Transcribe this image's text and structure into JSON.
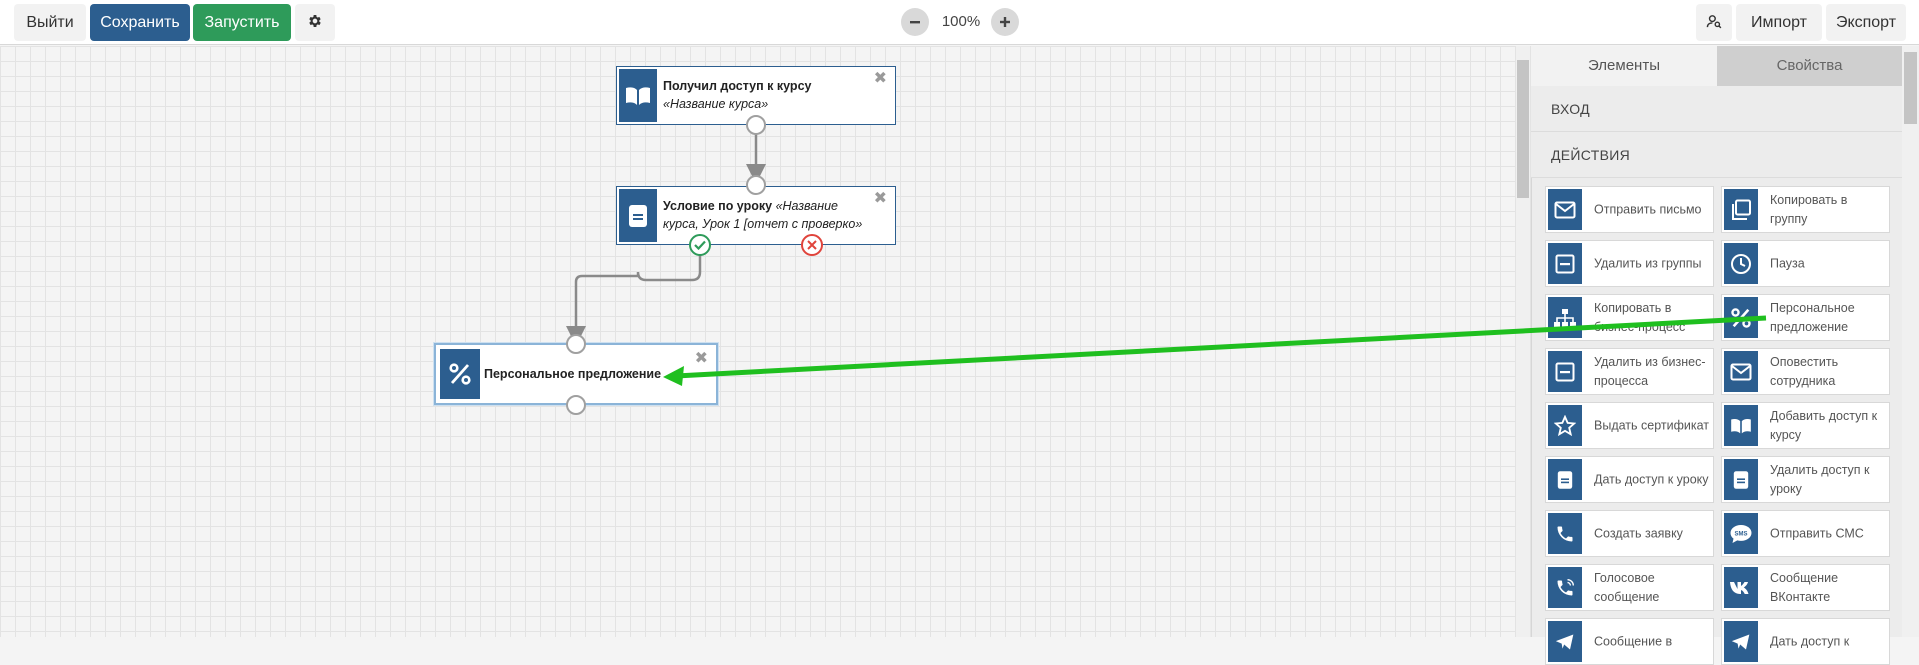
{
  "toolbar": {
    "exit_label": "Выйти",
    "save_label": "Сохранить",
    "run_label": "Запустить",
    "zoom_level": "100%",
    "import_label": "Импорт",
    "export_label": "Экспорт"
  },
  "canvas": {
    "nodes": [
      {
        "title": "Получил доступ к курсу",
        "detail": "«Название курса»",
        "icon": "book-open-icon"
      },
      {
        "title": "Условие по уроку",
        "detail": "«Название курса, Урок 1 [отчет с проверко»",
        "icon": "lesson-icon"
      },
      {
        "title": "Персональное предложение",
        "detail": "",
        "icon": "percent-icon"
      }
    ]
  },
  "panel": {
    "tabs": [
      "Элементы",
      "Свойства"
    ],
    "sections": [
      "ВХОД",
      "ДЕЙСТВИЯ"
    ],
    "items": [
      {
        "label": "Отправить письмо",
        "icon": "envelope-icon"
      },
      {
        "label": "Копировать в группу",
        "icon": "copy-icon"
      },
      {
        "label": "Удалить из группы",
        "icon": "minus-box-icon"
      },
      {
        "label": "Пауза",
        "icon": "clock-icon"
      },
      {
        "label": "Копировать в бизнес-процесс",
        "icon": "sitemap-icon"
      },
      {
        "label": "Персональное предложение",
        "icon": "percent-icon"
      },
      {
        "label": "Удалить из бизнес-процесса",
        "icon": "minus-box-icon"
      },
      {
        "label": "Оповестить сотрудника",
        "icon": "envelope-icon"
      },
      {
        "label": "Выдать сертификат",
        "icon": "star-icon"
      },
      {
        "label": "Добавить доступ к курсу",
        "icon": "book-open-icon"
      },
      {
        "label": "Дать доступ к уроку",
        "icon": "lesson-icon"
      },
      {
        "label": "Удалить доступ к уроку",
        "icon": "lesson-icon"
      },
      {
        "label": "Создать заявку",
        "icon": "phone-icon"
      },
      {
        "label": "Отправить СМС",
        "icon": "sms-icon"
      },
      {
        "label": "Голосовое сообщение",
        "icon": "voice-phone-icon"
      },
      {
        "label": "Сообщение ВКонтакте",
        "icon": "vk-icon"
      },
      {
        "label": "Сообщение в",
        "icon": "telegram-icon"
      },
      {
        "label": "Дать доступ к",
        "icon": "telegram-icon"
      }
    ]
  },
  "colors": {
    "node_blue": "#2c5e8f",
    "save_blue": "#2c5e8f",
    "run_green": "#2e9b5a",
    "arrow_green": "#1fbf1f",
    "success_green": "#2e9b5a",
    "fail_red": "#e0443c"
  }
}
